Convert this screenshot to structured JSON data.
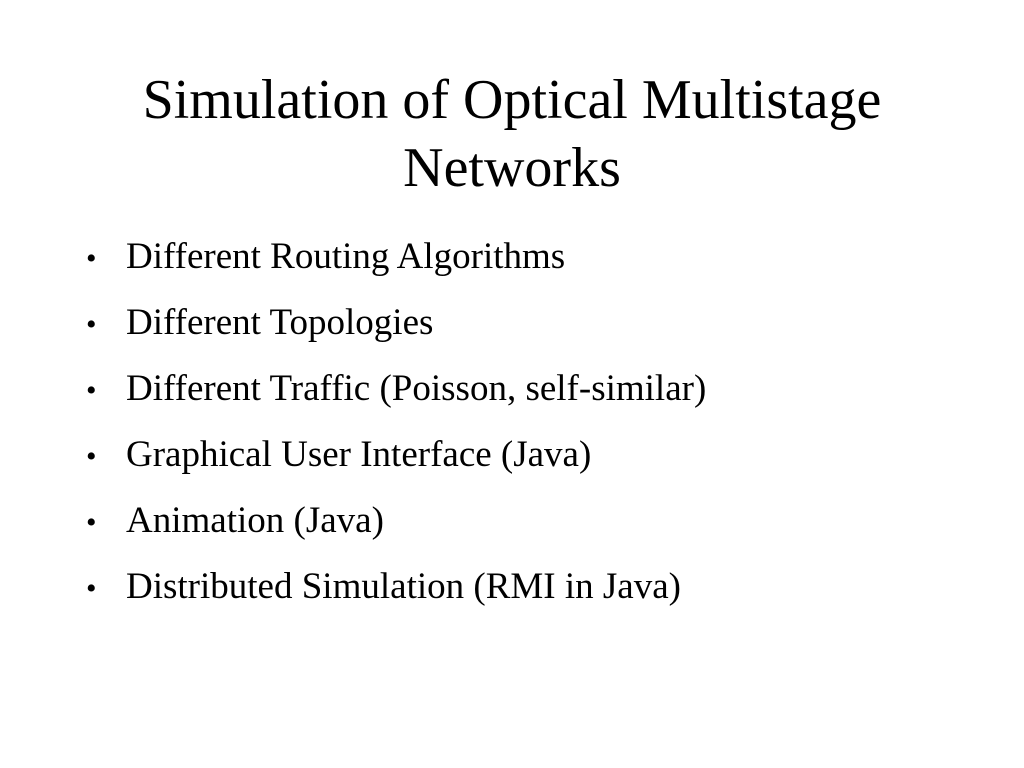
{
  "slide": {
    "title": "Simulation of Optical Multistage Networks",
    "bullet_symbol": "•",
    "bullets": [
      "Different Routing Algorithms",
      "Different Topologies",
      "Different Traffic (Poisson, self-similar)",
      "Graphical User Interface (Java)",
      "Animation (Java)",
      "Distributed Simulation (RMI in Java)"
    ]
  }
}
